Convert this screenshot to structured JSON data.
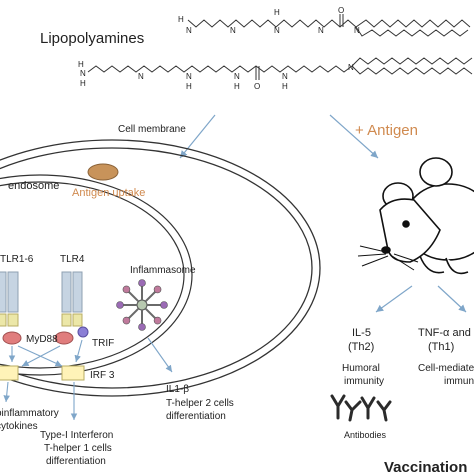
{
  "title": "Lipopolyamines",
  "plus_antigen": "+ Antigen",
  "cell_membrane": "Cell membrane",
  "endosome": "endosome",
  "antigen_uptake": "Antigen uptake",
  "inflammasome": "Inflammasome",
  "tlr_left": "TLR1-6",
  "tlr4": "TLR4",
  "myd88": "MyD88",
  "trif": "TRIF",
  "irf3": "IRF 3",
  "il1b": "IL1-β",
  "th2_diff_1": "T-helper 2 cells",
  "th2_diff_2": "differentiation",
  "inflam_cyt_1": "Proinflammatory",
  "inflam_cyt_2": "cytokines",
  "ifn_1": "Type-I Interferon",
  "ifn_2": "T-helper 1 cells",
  "ifn_3": "differentiation",
  "il5": "IL-5",
  "th2": "(Th2)",
  "humoral_1": "Humoral",
  "humoral_2": "immunity",
  "antibodies": "Antibodies",
  "tnf": "TNF-α and IFN-γ",
  "th1": "(Th1)",
  "cellmed_1": "Cell-mediated",
  "cellmed_2": "immunity",
  "vaccination": "Vaccination",
  "chem_h": "H",
  "chem_n": "N",
  "chem_o": "O",
  "colors": {
    "arrow": "#7fa6c9",
    "antigen": "#c8935a",
    "plus_antigen": "#d08a4f",
    "myd88": "#e07d7d",
    "trif": "#8b7fd6",
    "box": "#fff3b8"
  }
}
